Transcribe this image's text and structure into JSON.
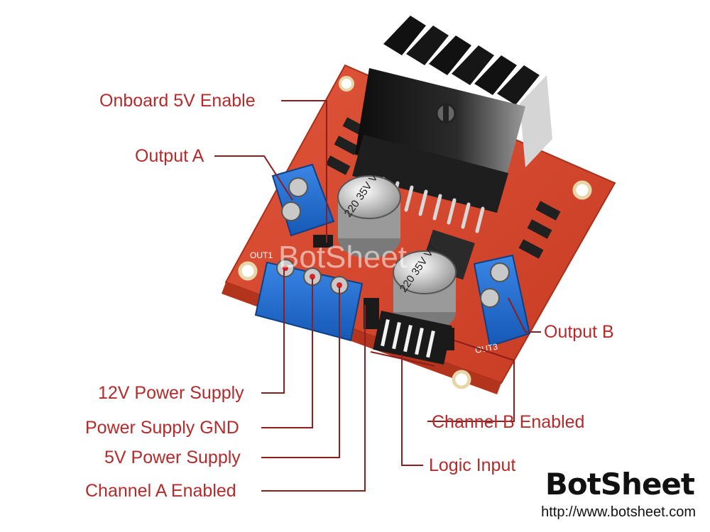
{
  "labels": {
    "onboard_5v_enable": "Onboard 5V Enable",
    "output_a": "Output A",
    "output_b": "Output B",
    "power_12v": "12V Power Supply",
    "power_gnd": "Power Supply GND",
    "power_5v": "5V Power Supply",
    "channel_a_enabled": "Channel A Enabled",
    "channel_b_enabled": "Channel B Enabled",
    "logic_input": "Logic Input"
  },
  "components": {
    "capacitor_1": "220 35V VT",
    "capacitor_2": "220 35V VT",
    "silk_out3": "OUT3",
    "silk_out1": "OUT1"
  },
  "watermark": "BotSheet",
  "brand": {
    "name": "BotSheet",
    "url": "http://www.botsheet.com"
  },
  "colors": {
    "callout": "#b52a2a",
    "board": "#d9492c",
    "terminal": "#1f6fd1",
    "heatsink": "#1b1b1b"
  }
}
